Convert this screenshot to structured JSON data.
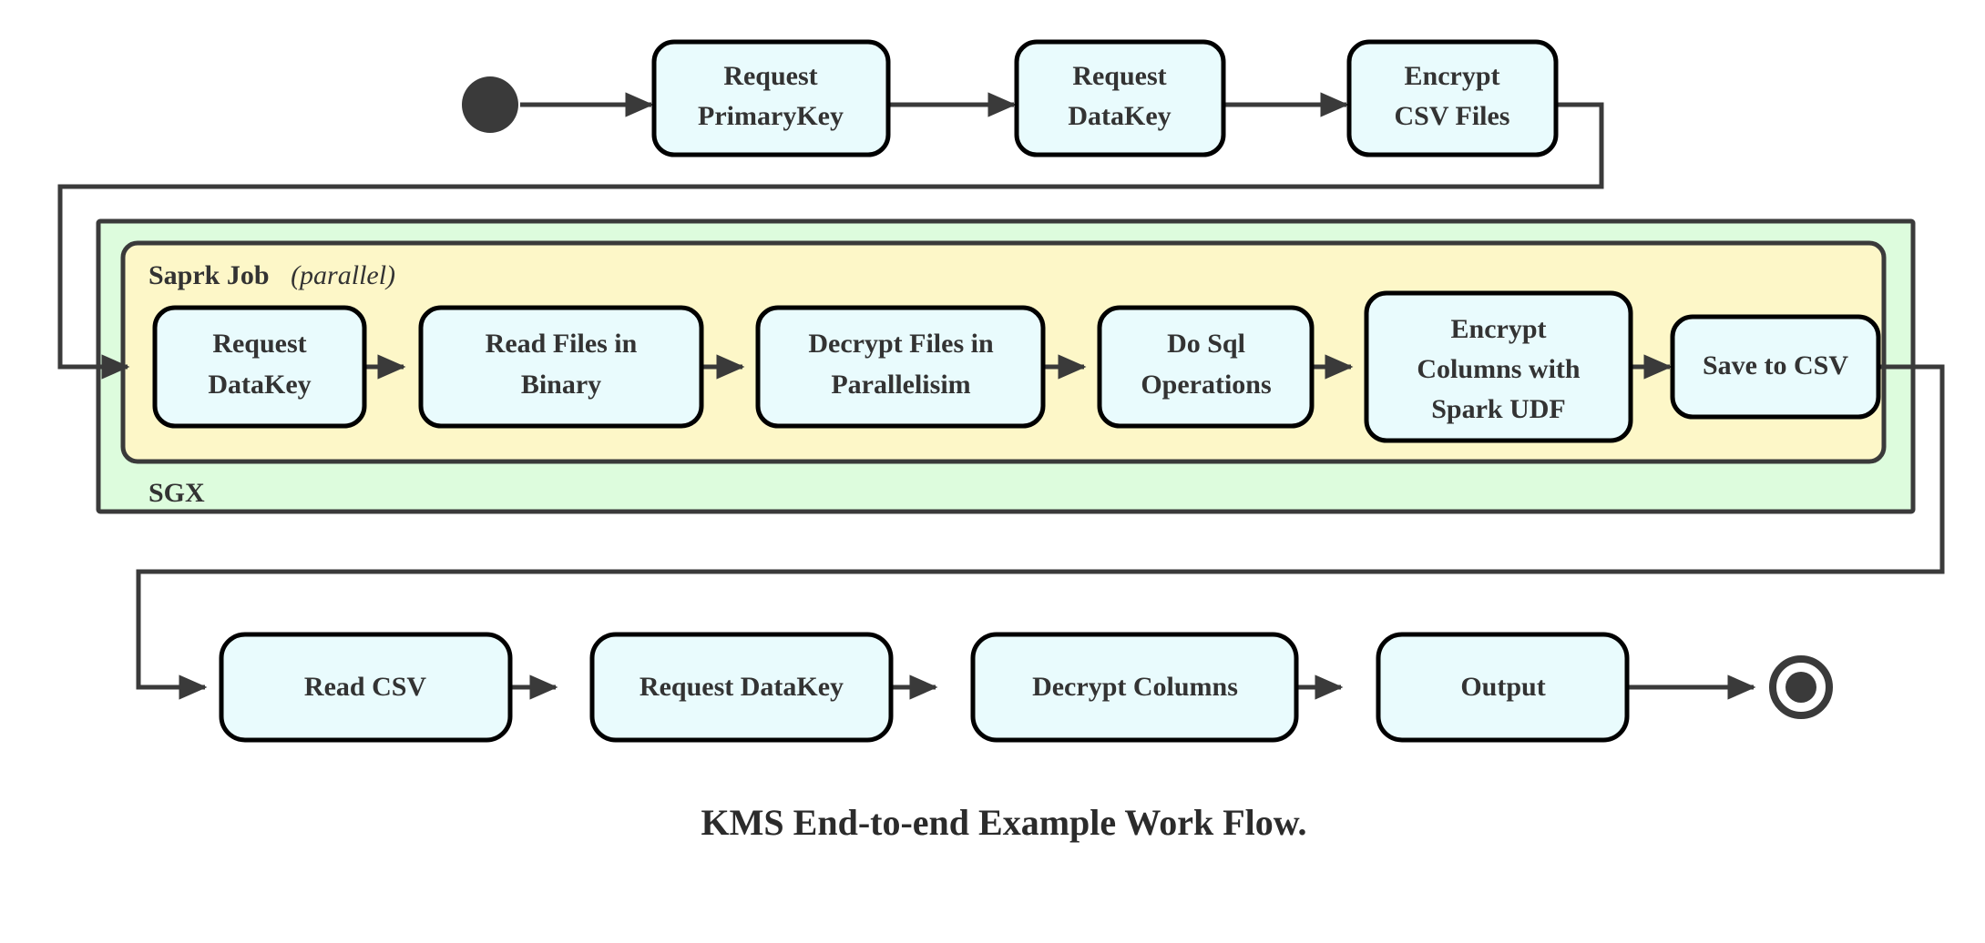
{
  "diagram": {
    "caption": "KMS End-to-end Example Work Flow.",
    "colors": {
      "node_fill": "#e9fbfd",
      "node_stroke": "#000000",
      "sgx_fill": "#ddfcdd",
      "spark_fill": "#fdf7c8",
      "edge": "#3a3a3a",
      "text": "#333333"
    },
    "groups": {
      "outer": {
        "label": "SGX"
      },
      "inner": {
        "label_bold": "Saprk Job",
        "label_italic": "(parallel)"
      }
    },
    "markers": {
      "start": "start-node",
      "end": "end-node"
    },
    "rows": {
      "top": [
        {
          "id": "request-primarykey",
          "lines": [
            "Request",
            "PrimaryKey"
          ]
        },
        {
          "id": "request-datakey-top",
          "lines": [
            "Request",
            "DataKey"
          ]
        },
        {
          "id": "encrypt-csv-files",
          "lines": [
            "Encrypt",
            "CSV Files"
          ]
        }
      ],
      "middle": [
        {
          "id": "request-datakey-spark",
          "lines": [
            "Request",
            "DataKey"
          ]
        },
        {
          "id": "read-files-in-binary",
          "lines": [
            "Read Files in",
            "Binary"
          ]
        },
        {
          "id": "decrypt-files-in-parallelisim",
          "lines": [
            "Decrypt Files in",
            "Parallelisim"
          ]
        },
        {
          "id": "do-sql-operations",
          "lines": [
            "Do Sql",
            "Operations"
          ]
        },
        {
          "id": "encrypt-columns-with-spark-udf",
          "lines": [
            "Encrypt",
            "Columns with",
            "Spark UDF"
          ]
        },
        {
          "id": "save-to-csv",
          "lines": [
            "Save to CSV"
          ]
        }
      ],
      "bottom": [
        {
          "id": "read-csv",
          "lines": [
            "Read CSV"
          ]
        },
        {
          "id": "request-datakey-bottom",
          "lines": [
            "Request DataKey"
          ]
        },
        {
          "id": "decrypt-columns",
          "lines": [
            "Decrypt Columns"
          ]
        },
        {
          "id": "output",
          "lines": [
            "Output"
          ]
        }
      ]
    }
  }
}
